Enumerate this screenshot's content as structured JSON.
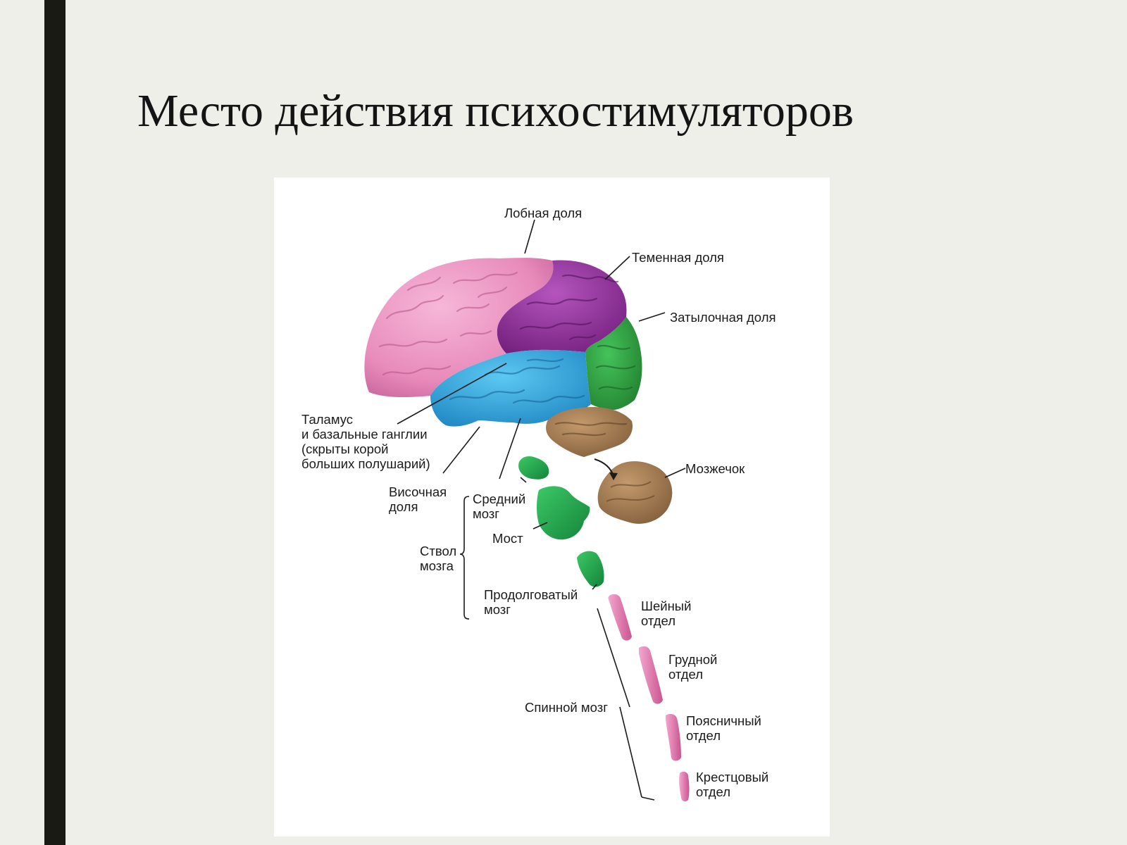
{
  "slide": {
    "title": "Место действия психостимуляторов"
  },
  "diagram": {
    "labels": {
      "frontal_lobe": "Лобная доля",
      "parietal_lobe": "Теменная доля",
      "occipital_lobe": "Затылочная доля",
      "thalamus": [
        "Таламус",
        "и базальные ганглии",
        "(скрыты корой",
        "больших полушарий)"
      ],
      "temporal_lobe": [
        "Височная",
        "доля"
      ],
      "cerebellum": "Мозжечок",
      "midbrain": [
        "Средний",
        "мозг"
      ],
      "pons": "Мост",
      "brainstem": [
        "Ствол",
        "мозга"
      ],
      "medulla": [
        "Продолговатый",
        "мозг"
      ],
      "spinal_cord": "Спинной мозг",
      "cervical": [
        "Шейный",
        "отдел"
      ],
      "thoracic": [
        "Грудной",
        "отдел"
      ],
      "lumbar": [
        "Поясничный",
        "отдел"
      ],
      "sacral": [
        "Крестцовый",
        "отдел"
      ]
    },
    "colors": {
      "frontal": "#e88bbb",
      "parietal": "#8e2a98",
      "occipital": "#2e9d3e",
      "temporal": "#2fa6df",
      "cerebellum": "#a07a52",
      "brainstem": "#20a445",
      "spinal_cord": "#e27cb0"
    }
  }
}
